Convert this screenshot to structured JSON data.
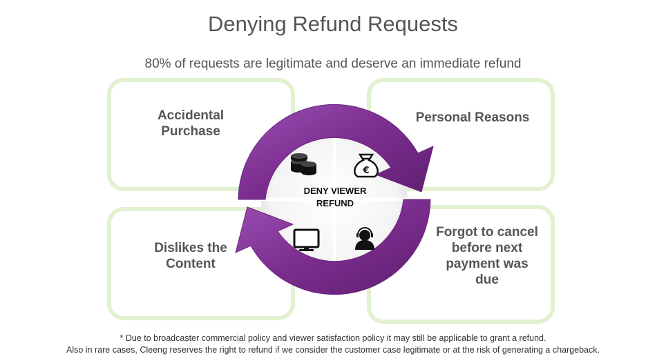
{
  "title": "Denying Refund Requests",
  "subtitle": "80% of requests are legitimate and deserve an immediate refund",
  "boxes": {
    "top_left": "Accidental\nPurchase",
    "top_right": "Personal Reasons",
    "bottom_left": "Dislikes the\nContent",
    "bottom_right": "Forgot to cancel\nbefore next\npayment was\ndue"
  },
  "center": {
    "label": "DENY VIEWER\nREFUND",
    "icons": [
      "coins-icon",
      "money-bag-euro-icon",
      "monitor-icon",
      "support-agent-icon"
    ],
    "euro_symbol": "€"
  },
  "colors": {
    "box_border": "#e2f1cf",
    "arrow_purple": "#7b2d8e",
    "arrow_light": "#a65bbd",
    "text_gray": "#555555"
  },
  "footnotes": [
    "* Due to broadcaster commercial policy and viewer satisfaction policy it may still be applicable to grant a refund.",
    "Also in rare cases, Cleeng reserves the right to refund if we consider the customer case legitimate or at the risk of generating a chargeback."
  ]
}
